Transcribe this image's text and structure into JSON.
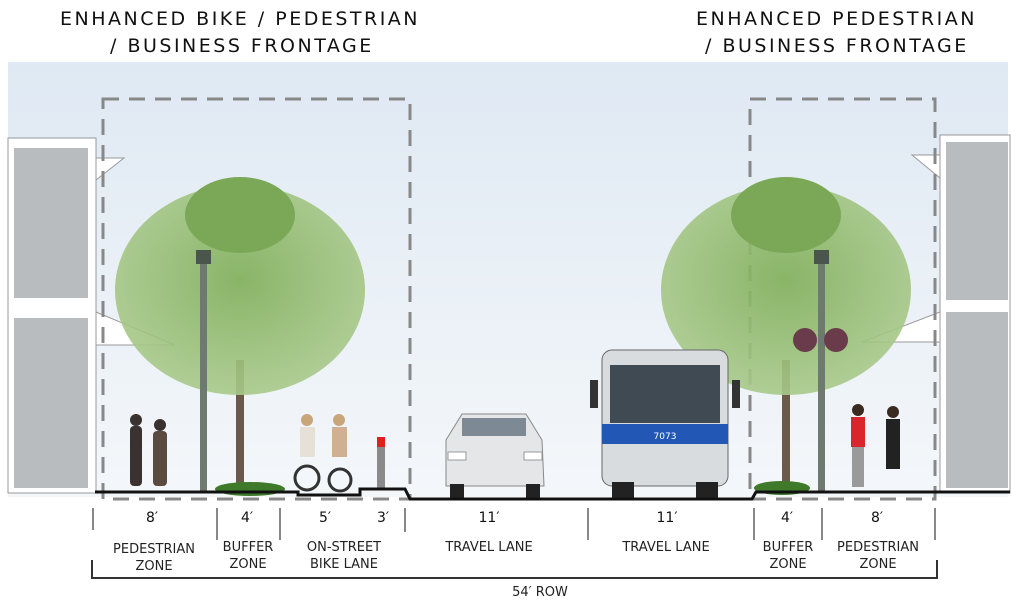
{
  "headings": {
    "left": [
      "ENHANCED BIKE / PEDESTRIAN",
      "/ BUSINESS FRONTAGE"
    ],
    "right": [
      "ENHANCED PEDESTRIAN",
      "/ BUSINESS FRONTAGE"
    ]
  },
  "segments": [
    {
      "width": "8′",
      "label": [
        "PEDESTRIAN",
        "ZONE"
      ]
    },
    {
      "width": "4′",
      "label": [
        "BUFFER",
        "ZONE"
      ]
    },
    {
      "width": "5′",
      "label": [
        "ON-STREET",
        "BIKE LANE"
      ]
    },
    {
      "width": "3′",
      "label": []
    },
    {
      "width": "11′",
      "label": [
        "TRAVEL LANE"
      ]
    },
    {
      "width": "11′",
      "label": [
        "TRAVEL LANE"
      ]
    },
    {
      "width": "4′",
      "label": [
        "BUFFER",
        "ZONE"
      ]
    },
    {
      "width": "8′",
      "label": [
        "PEDESTRIAN",
        "ZONE"
      ]
    }
  ],
  "row_label": "54′ ROW",
  "bus_sign": "7073",
  "colors": {
    "sky": "#e6eef6",
    "tree": "#6f9e4c",
    "bus_blue": "#2357b5",
    "bollard_red": "#e0201e"
  }
}
